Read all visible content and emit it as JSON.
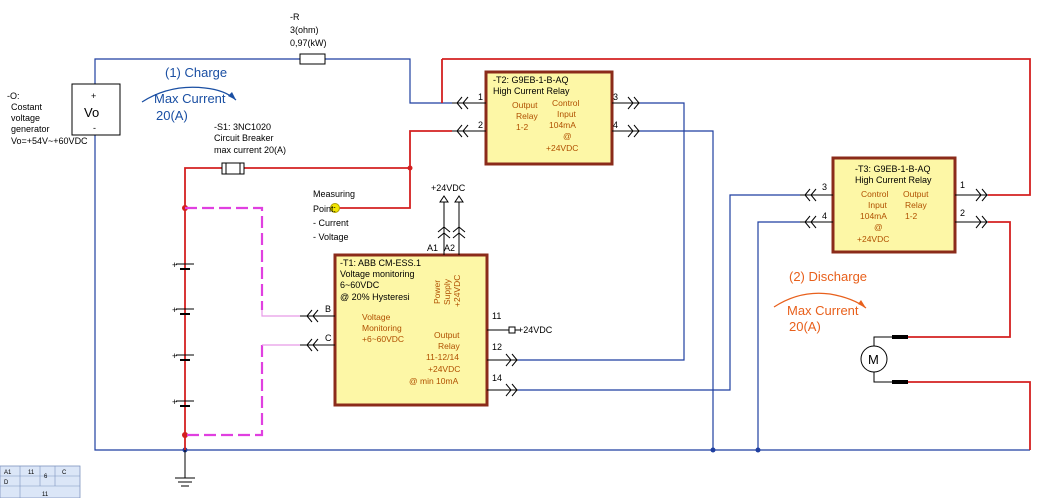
{
  "source": {
    "id": "-O:",
    "lines": [
      "Costant",
      "voltage",
      "generator"
    ],
    "range": "Vo=+54V~+60VDC",
    "symbol": "Vo",
    "plus": "+",
    "minus": "-"
  },
  "resistor": {
    "id": "-R",
    "value": "3(ohm)",
    "power": "0,97(kW)"
  },
  "breaker": {
    "id": "-S1: 3NC1020",
    "desc": "Circuit Breaker",
    "rating": "max current 20(A)"
  },
  "charge": {
    "label": "(1) Charge",
    "max": "Max Current",
    "value": "20(A)"
  },
  "discharge": {
    "label": "(2) Discharge",
    "max": "Max Current",
    "value": "20(A)"
  },
  "measuring": {
    "lines": [
      "Measuring",
      "Point:",
      "- Current",
      "- Voltage"
    ]
  },
  "t2": {
    "id": "-T2: G9EB-1-B-AQ",
    "type": "High Current Relay",
    "out": [
      "Output",
      "Relay",
      "1-2"
    ],
    "ctrl": [
      "Control",
      "Input",
      "104mA",
      "@",
      "+24VDC"
    ],
    "pins": [
      "1",
      "2",
      "3",
      "4"
    ]
  },
  "t3": {
    "id": "-T3: G9EB-1-B-AQ",
    "type": "High Current Relay",
    "ctrl": [
      "Control",
      "Input",
      "104mA",
      "@",
      "+24VDC"
    ],
    "out": [
      "Output",
      "Relay",
      "1-2"
    ],
    "pins": [
      "3",
      "4",
      "1",
      "2"
    ]
  },
  "t1": {
    "id": "-T1: ABB CM-ESS.1",
    "desc": "Voltage monitoring",
    "range": "6~60VDC",
    "hyst": "@ 20% Hysteresi",
    "vm": [
      "Voltage",
      "Monitoring",
      "+6~60VDC"
    ],
    "ps": [
      "Power",
      "Supply",
      "+24VDC"
    ],
    "outrelay": [
      "Output",
      "Relay",
      "11-12/14",
      "+24VDC",
      "@ min 10mA"
    ],
    "pins": [
      "B",
      "C",
      "A1",
      "A2",
      "11",
      "12",
      "14"
    ]
  },
  "supply": {
    "top": "+24VDC",
    "pin11": "+24VDC"
  },
  "motor": {
    "symbol": "M"
  },
  "legend": {
    "cells": [
      "A1",
      "11",
      "6",
      "C",
      "D",
      "11"
    ]
  },
  "colors": {
    "neutral_wire": "#1f3fa0",
    "power_wire": "#d42020",
    "sense_wire": "#e040e0",
    "relay_fill": "#fdf7a6",
    "relay_border": "#8b2b1a",
    "charge_text": "#1a4fa3",
    "discharge_text": "#e8601c"
  }
}
